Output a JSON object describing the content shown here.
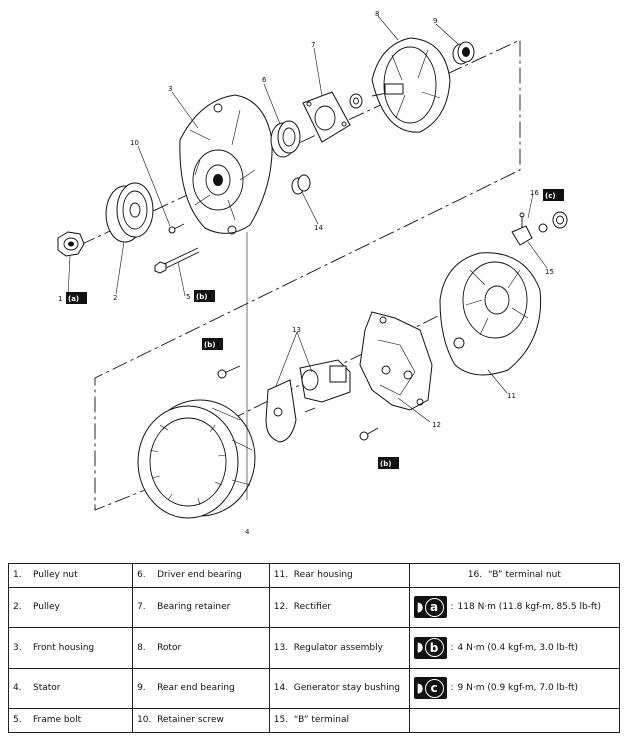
{
  "callouts": {
    "n1": "1",
    "n2": "2",
    "n3": "3",
    "n4": "4",
    "n5": "5",
    "n6": "6",
    "n7": "7",
    "n8": "8",
    "n9": "9",
    "n10": "10",
    "n11": "11",
    "n12": "12",
    "n13": "13",
    "n14": "14",
    "n15": "15",
    "n16": "16"
  },
  "torque_tags": {
    "a": "(a)",
    "b": "(b)",
    "c": "(c)"
  },
  "legend": {
    "r1": [
      {
        "num": "1.",
        "text": "Pulley nut"
      },
      {
        "num": "6.",
        "text": "Driver end bearing"
      },
      {
        "num": "11.",
        "text": "Rear housing"
      },
      {
        "num": "16.",
        "text": "“B” terminal nut"
      }
    ],
    "r2": [
      {
        "num": "2.",
        "text": "Pulley"
      },
      {
        "num": "7.",
        "text": "Bearing retainer"
      },
      {
        "num": "12.",
        "text": "Rectifier"
      }
    ],
    "r3": [
      {
        "num": "3.",
        "text": "Front housing"
      },
      {
        "num": "8.",
        "text": "Rotor"
      },
      {
        "num": "13.",
        "text": "Regulator assembly"
      }
    ],
    "r4": [
      {
        "num": "4.",
        "text": "Stator"
      },
      {
        "num": "9.",
        "text": "Rear end bearing"
      },
      {
        "num": "14.",
        "text": "Generator stay bushing"
      }
    ],
    "r5": [
      {
        "num": "5.",
        "text": "Frame bolt"
      },
      {
        "num": "10.",
        "text": "Retainer screw"
      },
      {
        "num": "15.",
        "text": "“B” terminal"
      }
    ],
    "torques": [
      {
        "letter": "a",
        "spec": "118 N·m (11.8 kgf-m, 85.5 lb-ft)"
      },
      {
        "letter": "b",
        "spec": "4 N·m (0.4 kgf-m, 3.0 lb-ft)"
      },
      {
        "letter": "c",
        "spec": "9 N·m (0.9 kgf-m, 7.0 lb-ft)"
      }
    ],
    "colon": ":"
  }
}
